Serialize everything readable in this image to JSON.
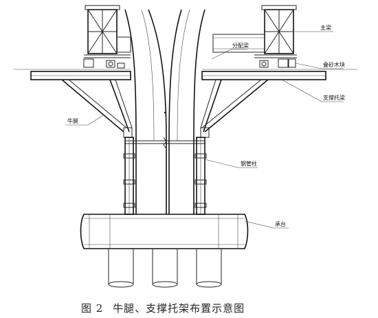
{
  "labels": {
    "main_beam": "主梁",
    "distribution_beam": "分配梁",
    "stacked_sand_box": "叠砂木块",
    "support_bracket_beam": "支撑托梁",
    "corbel": "牛腿",
    "steel_pipe_column": "钢管柱",
    "pile_cap": "承台"
  },
  "caption": {
    "figure_no": "图 2",
    "title": "牛腿、支撑托架布置示意图"
  }
}
